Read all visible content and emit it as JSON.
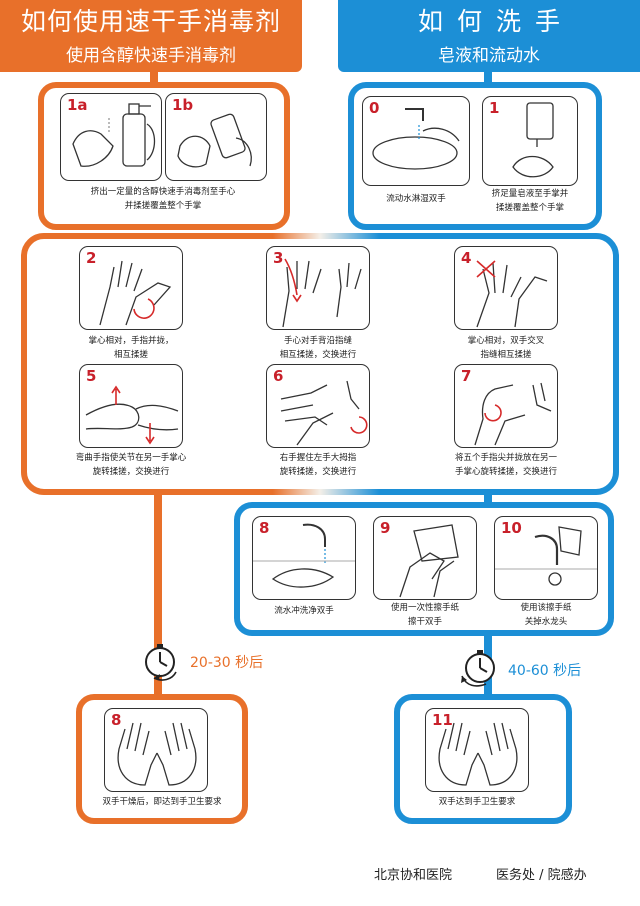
{
  "header_left": {
    "title": "如何使用速干手消毒剂",
    "subtitle": "使用含醇快速手消毒剂"
  },
  "header_right": {
    "title": "如何洗手",
    "subtitle": "皂液和流动水"
  },
  "steps": {
    "s1a": {
      "num": "1a"
    },
    "s1b": {
      "num": "1b"
    },
    "s1ab_caption": [
      "挤出一定量的含醇快速手消毒剂至手心",
      "并揉搓覆盖整个手掌"
    ],
    "s0": {
      "num": "0",
      "caption": [
        "流动水淋湿双手"
      ]
    },
    "s1": {
      "num": "1",
      "caption": [
        "挤足量皂液至手掌并",
        "揉搓覆盖整个手掌"
      ]
    },
    "s2": {
      "num": "2",
      "caption": [
        "掌心相对，手指并拢，",
        "相互揉搓"
      ]
    },
    "s3": {
      "num": "3",
      "caption": [
        "手心对手背沿指缝",
        "相互揉搓，交换进行"
      ]
    },
    "s4": {
      "num": "4",
      "caption": [
        "掌心相对，双手交叉",
        "指缝相互揉搓"
      ]
    },
    "s5": {
      "num": "5",
      "caption": [
        "弯曲手指使关节在另一手掌心",
        "旋转揉搓，交换进行"
      ]
    },
    "s6": {
      "num": "6",
      "caption": [
        "右手握住左手大拇指",
        "旋转揉搓，交换进行"
      ]
    },
    "s7": {
      "num": "7",
      "caption": [
        "将五个手指尖并拢放在另一",
        "手掌心旋转揉搓，交换进行"
      ]
    },
    "s8w": {
      "num": "8",
      "caption": [
        "流水冲洗净双手"
      ]
    },
    "s9": {
      "num": "9",
      "caption": [
        "使用一次性擦手纸",
        "擦干双手"
      ]
    },
    "s10": {
      "num": "10",
      "caption": [
        "使用该擦手纸",
        "关掉水龙头"
      ]
    },
    "s8d": {
      "num": "8",
      "caption": [
        "双手干燥后，即达到手卫生要求"
      ]
    },
    "s11": {
      "num": "11",
      "caption": [
        "双手达到手卫生要求"
      ]
    }
  },
  "timers": {
    "left": "20-30 秒后",
    "right": "40-60 秒后"
  },
  "footer": {
    "hospital": "北京协和医院",
    "department": "医务处 / 院感办"
  },
  "colors": {
    "orange": "#e8702a",
    "blue": "#1c8fd6",
    "step_number": "#c8202a"
  },
  "icons": [
    "stopwatch-icon",
    "rotate-arrow-icon"
  ]
}
